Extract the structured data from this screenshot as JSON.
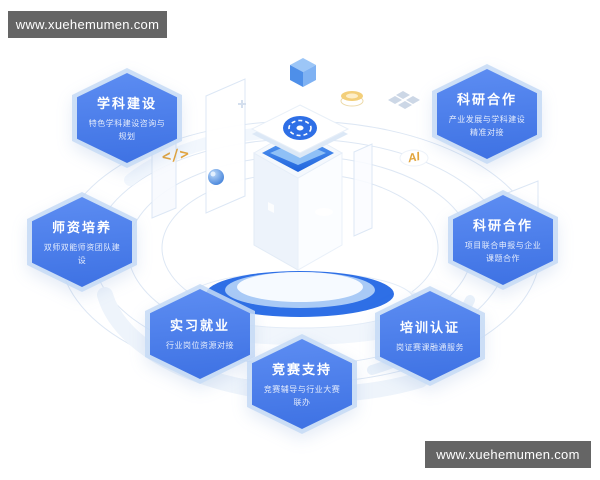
{
  "watermark": {
    "text": "www.xuehemumen.com"
  },
  "hexagons": [
    {
      "title": "学科建设",
      "subtitle": "特色学科建设咨询与规划"
    },
    {
      "title": "科研合作",
      "subtitle": "产业发展与学科建设精准对接"
    },
    {
      "title": "师资培养",
      "subtitle": "双师双能师资团队建设"
    },
    {
      "title": "科研合作",
      "subtitle": "项目联合申报与企业课题合作"
    },
    {
      "title": "实习就业",
      "subtitle": "行业岗位资源对接"
    },
    {
      "title": "竞赛支持",
      "subtitle": "竞赛辅导与行业大赛联办"
    },
    {
      "title": "培训认证",
      "subtitle": "岗证赛课融通服务"
    }
  ],
  "decorations": {
    "code_icon": "</>",
    "ai_label": "AI"
  },
  "colors": {
    "hexagon_fill_top": "#5d8df2",
    "hexagon_fill_bottom": "#3d71e3",
    "hexagon_border": "#c9dcf6",
    "accent_blue": "#2e6fe6",
    "watermark_bg": "#656565",
    "gold": "#e2a53e"
  }
}
